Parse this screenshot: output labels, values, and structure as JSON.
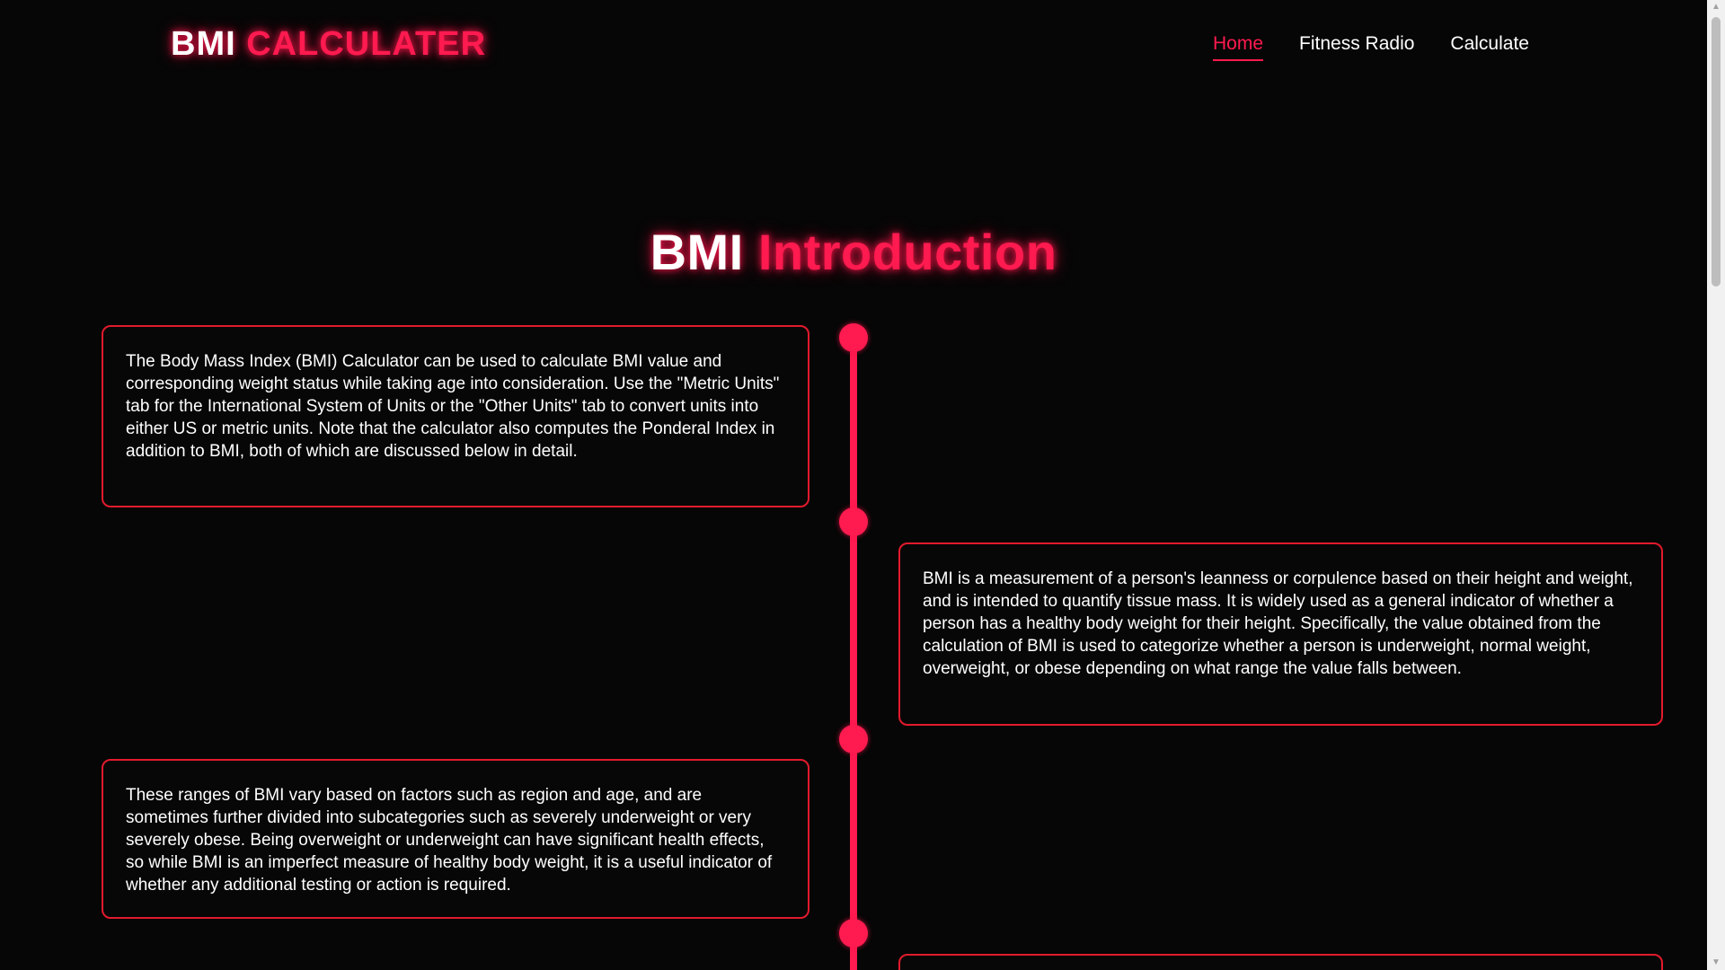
{
  "logo": {
    "part1": "BMI",
    "part2": "CALCULATER"
  },
  "nav": {
    "links": [
      {
        "label": "Home",
        "active": true
      },
      {
        "label": "Fitness Radio",
        "active": false
      },
      {
        "label": "Calculate",
        "active": false
      }
    ]
  },
  "section": {
    "title_part1": "BMI",
    "title_part2": "Introduction"
  },
  "timeline": {
    "cards": [
      {
        "side": "left",
        "text": "The Body Mass Index (BMI) Calculator can be used to calculate BMI value and corresponding weight status while taking age into consideration. Use the \"Metric Units\" tab for the International System of Units or the \"Other Units\" tab to convert units into either US or metric units. Note that the calculator also computes the Ponderal Index in addition to BMI, both of which are discussed below in detail."
      },
      {
        "side": "right",
        "text": "BMI is a measurement of a person's leanness or corpulence based on their height and weight, and is intended to quantify tissue mass. It is widely used as a general indicator of whether a person has a healthy body weight for their height. Specifically, the value obtained from the calculation of BMI is used to categorize whether a person is underweight, normal weight, overweight, or obese depending on what range the value falls between."
      },
      {
        "side": "left",
        "text": "These ranges of BMI vary based on factors such as region and age, and are sometimes further divided into subcategories such as severely underweight or very severely obese. Being overweight or underweight can have significant health effects, so while BMI is an imperfect measure of healthy body weight, it is a useful indicator of whether any additional testing or action is required."
      },
      {
        "side": "right",
        "text": ""
      }
    ]
  },
  "colors": {
    "accent": "#ff1a4f",
    "card_border": "#e21a2d",
    "background": "#060606",
    "text": "#ffffff"
  },
  "icons": {
    "scroll_up": "scroll-up-arrow-icon",
    "scroll_down": "scroll-down-arrow-icon",
    "timeline_marker": "timeline-dot-icon"
  }
}
